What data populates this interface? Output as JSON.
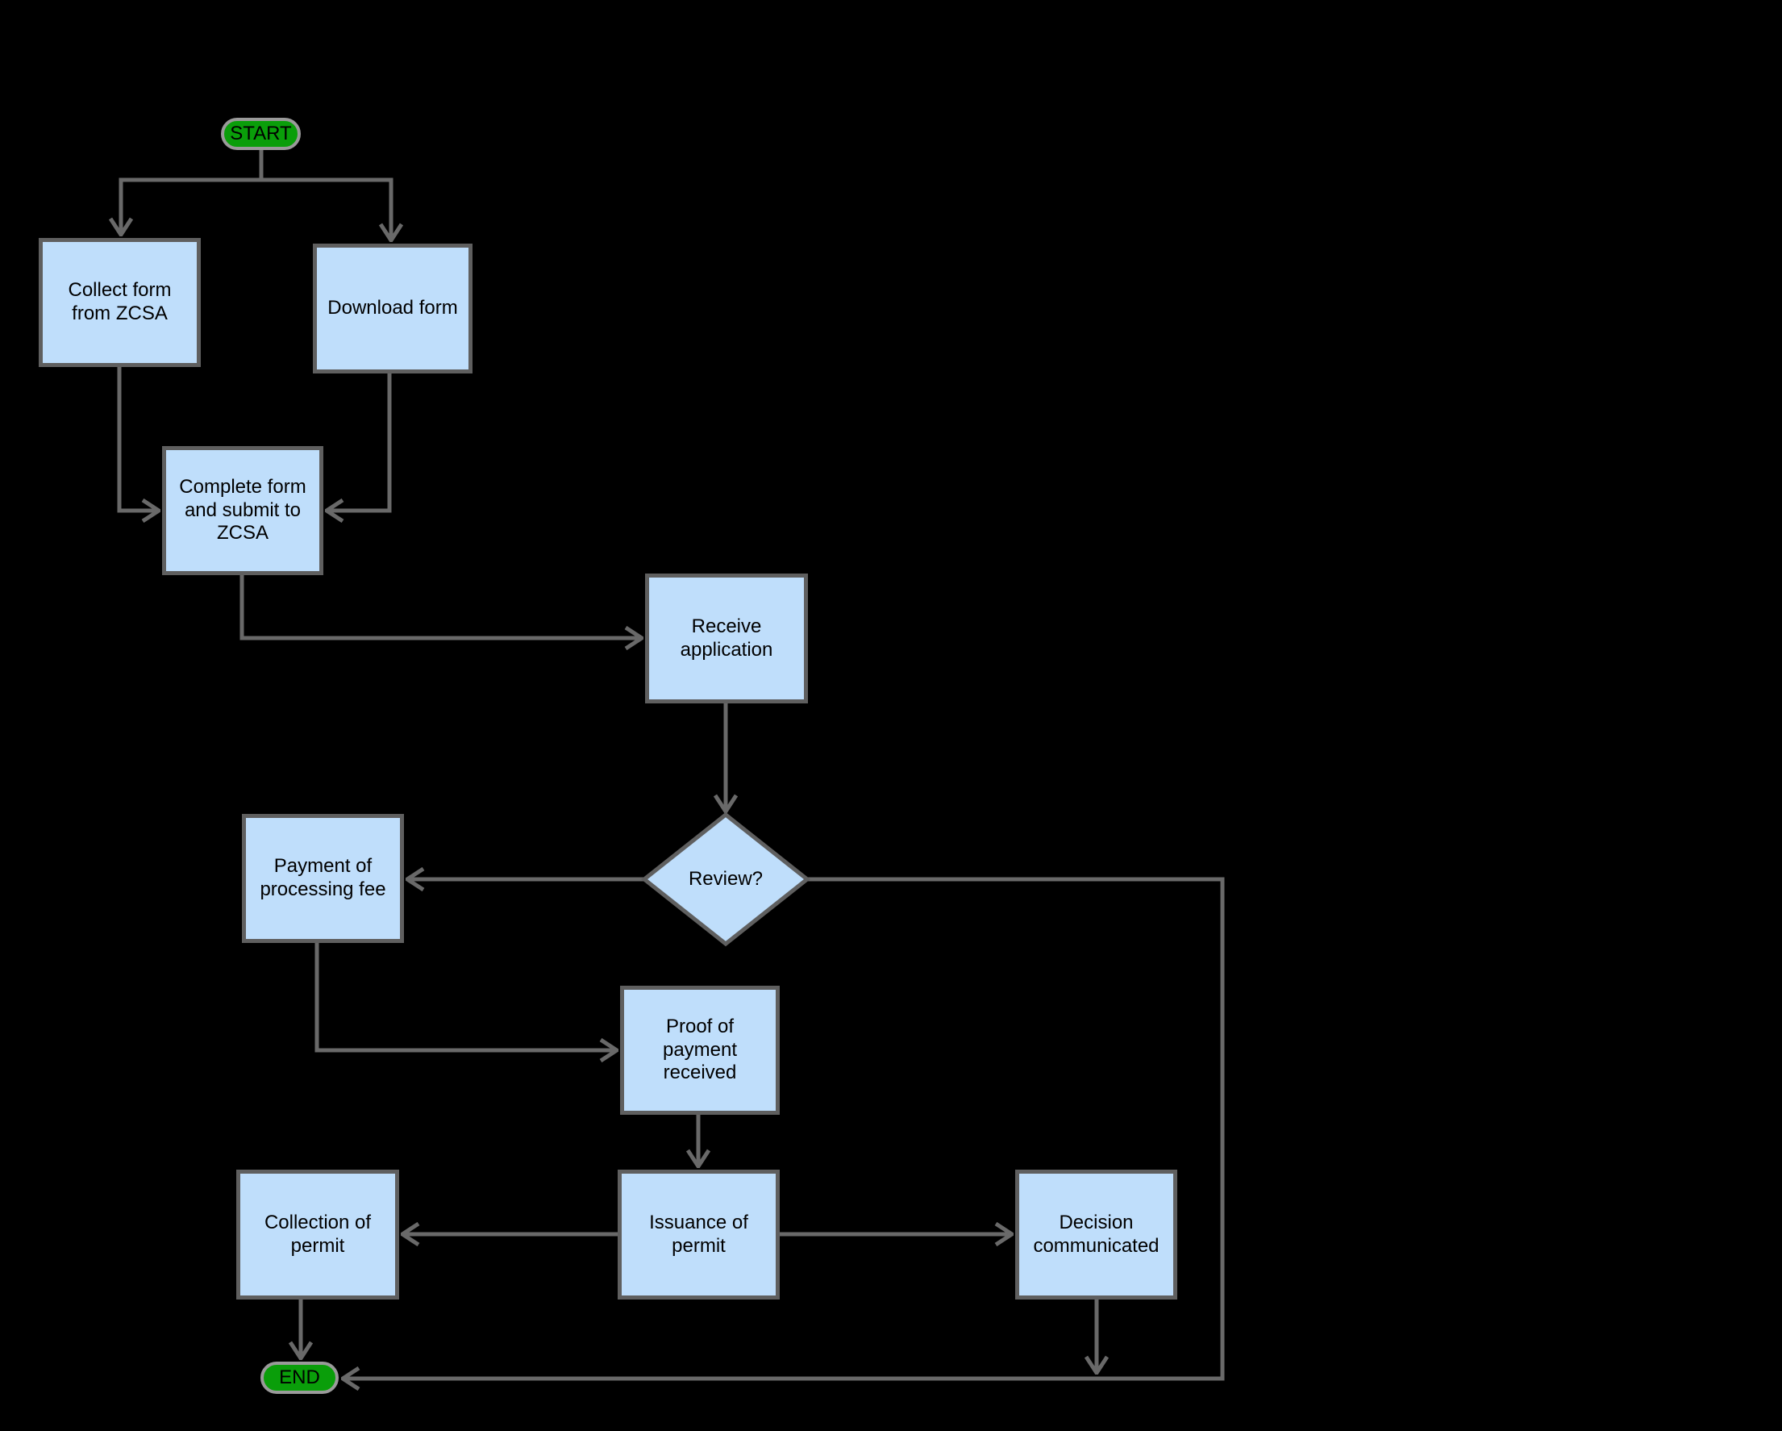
{
  "diagram": {
    "type": "flowchart",
    "background_color": "#000000",
    "colors": {
      "process_fill": "#bfdefb",
      "process_border": "#5f5f5f",
      "terminator_fill": "#0a9e0a",
      "terminator_border": "#9a9a9a",
      "connector_line": "#696969",
      "text": "#000000"
    },
    "nodes": {
      "start": {
        "label": "START",
        "shape": "terminator"
      },
      "collect_form": {
        "label": "Collect form\nfrom ZCSA",
        "shape": "process"
      },
      "download_form": {
        "label": "Download form",
        "shape": "process"
      },
      "complete_form": {
        "label": "Complete form\nand submit to\nZCSA",
        "shape": "process"
      },
      "receive_application": {
        "label": "Receive\napplication",
        "shape": "process"
      },
      "review": {
        "label": "Review?",
        "shape": "decision"
      },
      "payment_fee": {
        "label": "Payment of\nprocessing fee",
        "shape": "process"
      },
      "proof_payment": {
        "label": "Proof of\npayment\nreceived",
        "shape": "process"
      },
      "collection_permit": {
        "label": "Collection of\npermit",
        "shape": "process"
      },
      "issuance_permit": {
        "label": "Issuance of\npermit",
        "shape": "process"
      },
      "decision_communicated": {
        "label": "Decision\ncommunicated",
        "shape": "process"
      },
      "end": {
        "label": "END",
        "shape": "terminator"
      }
    },
    "edges": [
      {
        "from": "start",
        "to": "collect_form"
      },
      {
        "from": "start",
        "to": "download_form"
      },
      {
        "from": "collect_form",
        "to": "complete_form"
      },
      {
        "from": "download_form",
        "to": "complete_form"
      },
      {
        "from": "complete_form",
        "to": "receive_application"
      },
      {
        "from": "receive_application",
        "to": "review"
      },
      {
        "from": "review",
        "to": "payment_fee"
      },
      {
        "from": "review",
        "to": "end"
      },
      {
        "from": "payment_fee",
        "to": "proof_payment"
      },
      {
        "from": "proof_payment",
        "to": "issuance_permit"
      },
      {
        "from": "issuance_permit",
        "to": "collection_permit"
      },
      {
        "from": "issuance_permit",
        "to": "decision_communicated"
      },
      {
        "from": "decision_communicated",
        "to": "end"
      },
      {
        "from": "collection_permit",
        "to": "end"
      }
    ]
  }
}
